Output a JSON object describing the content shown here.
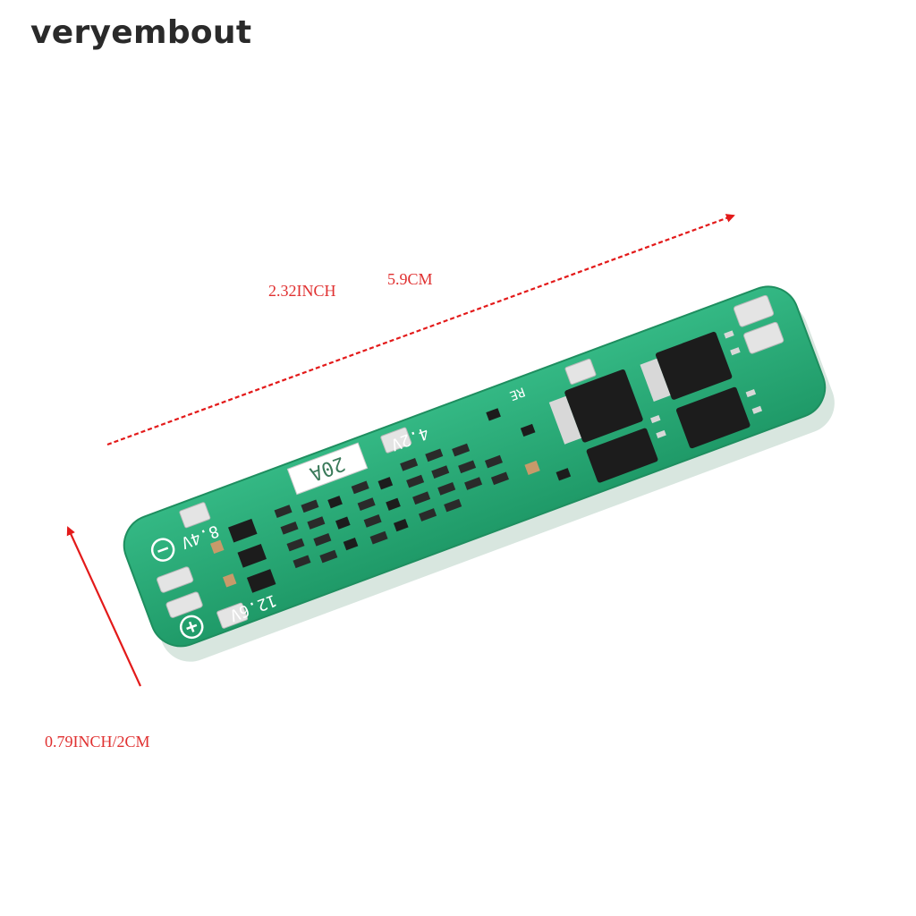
{
  "brand": {
    "text": "veryembout"
  },
  "dimensions": {
    "length_inch": "2.32INCH",
    "length_cm": "5.9CM",
    "width": "0.79INCH/2CM"
  },
  "board": {
    "current_rating": "20A",
    "label_4v2": "4.2V",
    "label_8v4": "8.4V",
    "label_12v6": "12.6V",
    "label_re": "RE",
    "label_b_minus": "⊖",
    "label_b_plus": "⊕"
  },
  "colors": {
    "arrow_red": "#e31a1a",
    "text_red": "#e03030",
    "pcb_green": "#2aa876",
    "pcb_edge": "#1e8e5f",
    "pad_silver": "#e4e4e4",
    "chip_black": "#1c1c1c"
  }
}
